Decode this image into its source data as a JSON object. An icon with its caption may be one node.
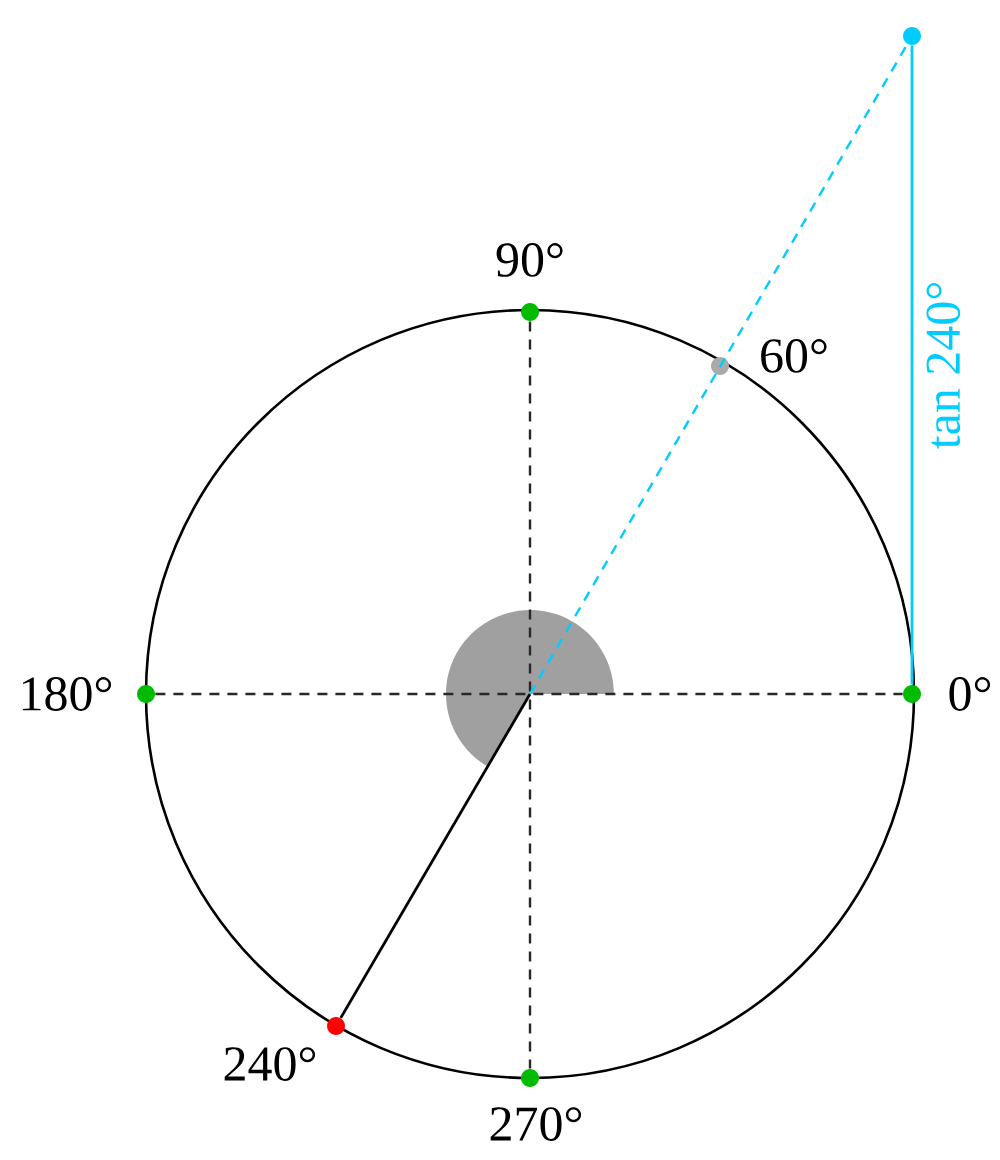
{
  "diagram": {
    "nodes": [
      {
        "text": [],
        "shape": "circle"
      },
      {
        "text": [],
        "shape": "circle",
        "beside": [
          "90°"
        ]
      },
      {
        "text": [],
        "shape": "circle",
        "beside": [
          "60°"
        ]
      },
      {
        "text": [],
        "shape": "circle",
        "beside": [
          "180°"
        ]
      },
      {
        "text": [],
        "shape": "circle",
        "beside": [
          "0°"
        ]
      },
      {
        "text": [],
        "shape": "circle",
        "beside": [
          "240°"
        ]
      },
      {
        "text": [],
        "shape": "circle",
        "beside": [
          "270°"
        ]
      }
    ],
    "edges": [
      {
        "from": 3,
        "to": 4,
        "arrow": "none",
        "style": "dashed"
      },
      {
        "from": 1,
        "to": 6,
        "arrow": "none",
        "style": "dashed"
      },
      {
        "from": null,
        "to": 5,
        "arrow": "none"
      },
      {
        "from": null,
        "to": 0,
        "arrow": "none",
        "style": "dashed",
        "color": "#00ccff"
      },
      {
        "from": 4,
        "to": 0,
        "arrow": "none",
        "label": "tan 240°",
        "color": "#00ccff"
      }
    ]
  }
}
